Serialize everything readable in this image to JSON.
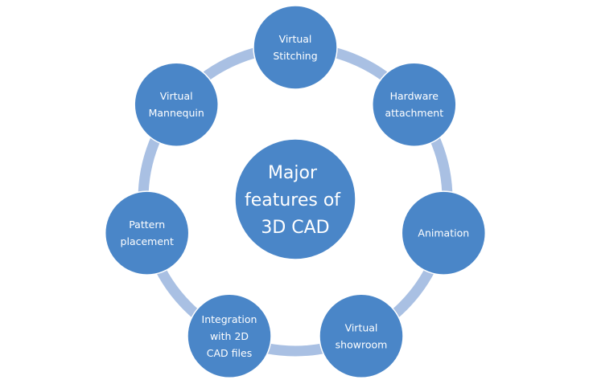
{
  "diagram": {
    "type": "cycle",
    "colors": {
      "node_fill": "#4a86c8",
      "node_stroke": "#ffffff",
      "ring": "#a9c0e3",
      "text": "#ffffff"
    },
    "center": {
      "label_lines": [
        "Major",
        "features of",
        "3D CAD"
      ]
    },
    "nodes": [
      {
        "label_lines": [
          "Virtual",
          "Stitching"
        ]
      },
      {
        "label_lines": [
          "Hardware",
          "attachment"
        ]
      },
      {
        "label_lines": [
          "Animation"
        ]
      },
      {
        "label_lines": [
          "Virtual",
          "showroom"
        ]
      },
      {
        "label_lines": [
          "Integration",
          "with 2D",
          "CAD files"
        ]
      },
      {
        "label_lines": [
          "Pattern",
          "placement"
        ]
      },
      {
        "label_lines": [
          "Virtual",
          "Mannequin"
        ]
      }
    ]
  }
}
